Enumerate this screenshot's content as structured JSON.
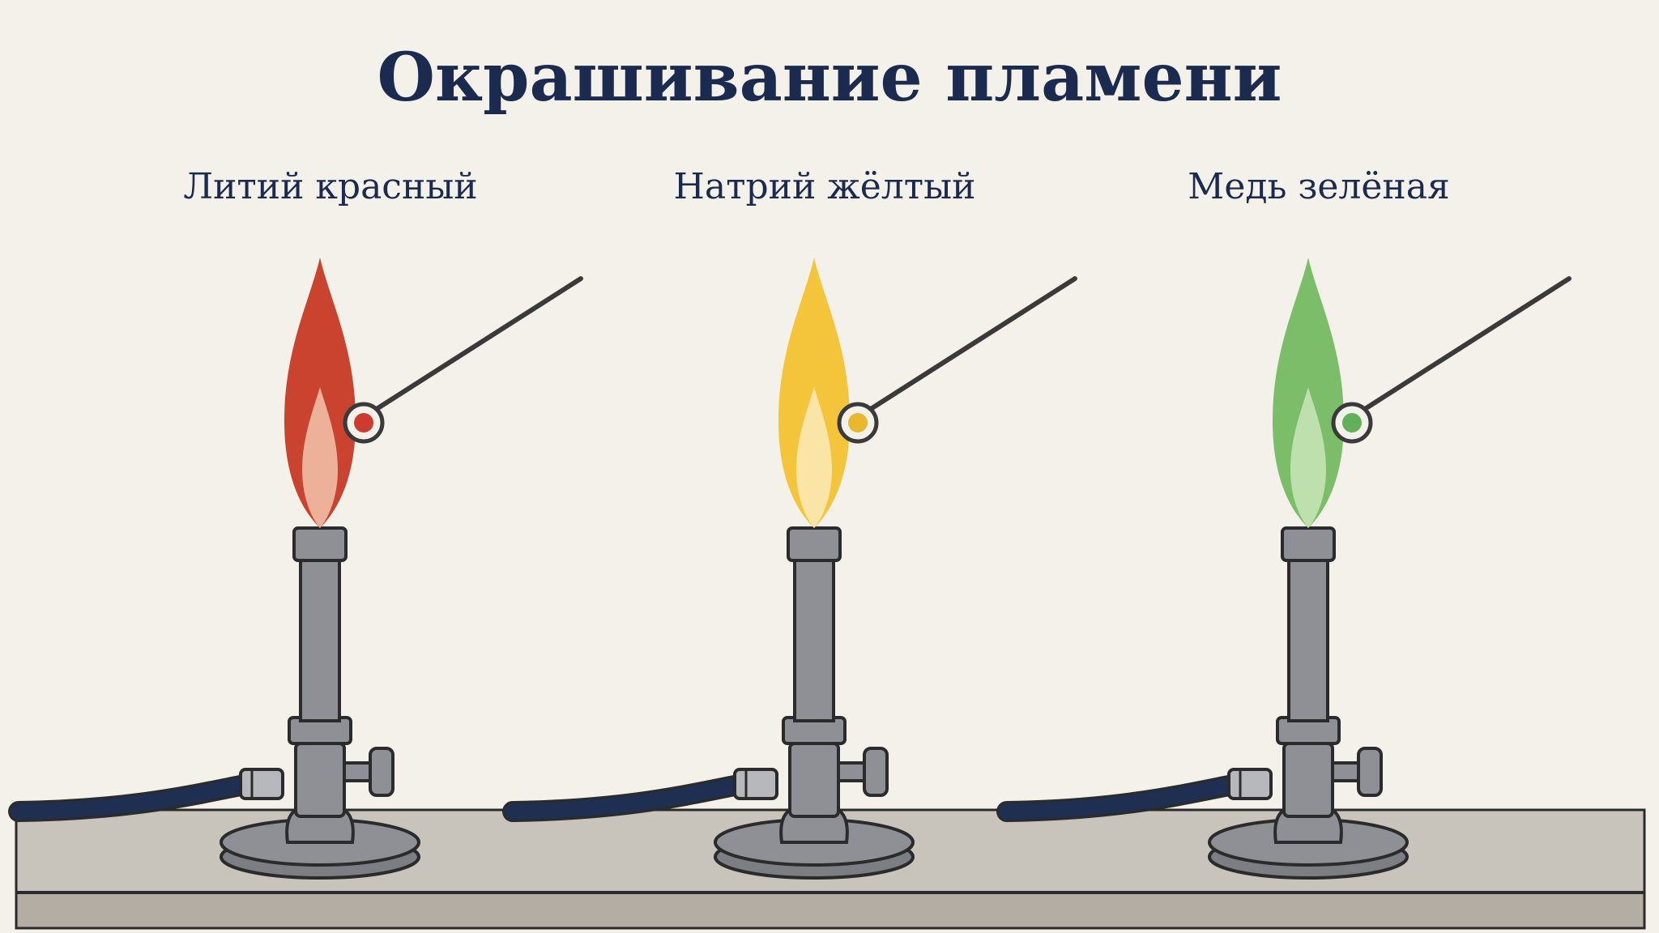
{
  "title": "Окрашивание пламени",
  "stations": [
    {
      "label": "Литий красный",
      "flame_color": "#c9432e",
      "inner_color": "#f1bca4",
      "sample_color": "#cc3b2e"
    },
    {
      "label": "Натрий жёлтый",
      "flame_color": "#f4c53a",
      "inner_color": "#fbe7b2",
      "sample_color": "#eab82c"
    },
    {
      "label": "Медь зелёная",
      "flame_color": "#7cbd6a",
      "inner_color": "#c4e3b4",
      "sample_color": "#62b15a"
    }
  ],
  "colors": {
    "background": "#f4f1ea",
    "text": "#1b2b4f",
    "metal": "#8e9095",
    "metal_light": "#b6b8bb",
    "outline": "#2b2b2b",
    "hose": "#1e2f52",
    "bench_top": "#c8c3bb",
    "bench_front": "#b3ada4"
  }
}
